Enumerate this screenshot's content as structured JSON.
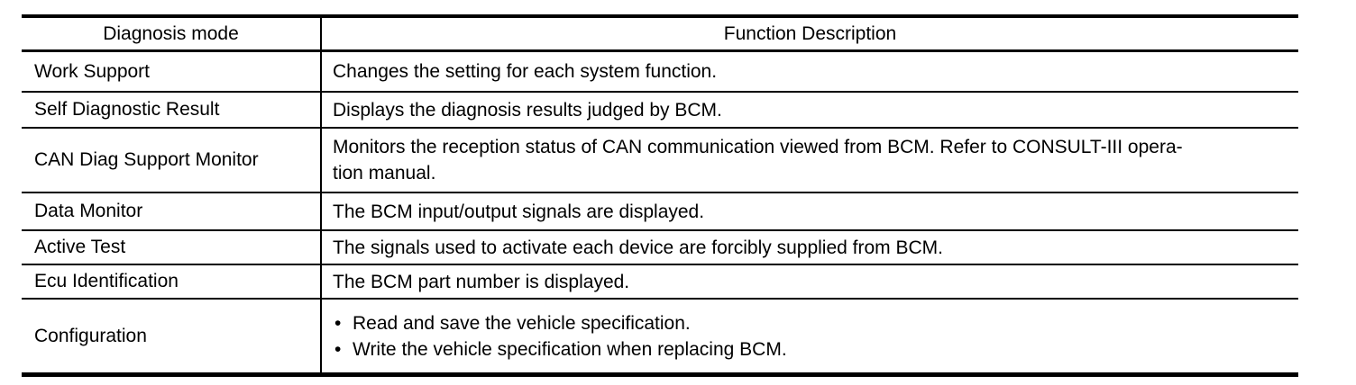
{
  "colors": {
    "text": "#000000",
    "rules": "#000000",
    "background": "#ffffff"
  },
  "table": {
    "bullet_char": "•",
    "columns": [
      {
        "label": "Diagnosis mode"
      },
      {
        "label": "Function Description"
      }
    ],
    "rows": [
      {
        "mode": "Work Support",
        "description": [
          "Changes the setting for each system function."
        ]
      },
      {
        "mode": "Self Diagnostic Result",
        "description": [
          "Displays the diagnosis results judged by BCM."
        ]
      },
      {
        "mode": "CAN Diag Support Monitor",
        "description": [
          "Monitors the reception status of CAN communication viewed from BCM. Refer to CONSULT-III opera-",
          "tion manual."
        ]
      },
      {
        "mode": "Data Monitor",
        "description": [
          "The BCM input/output signals are displayed."
        ]
      },
      {
        "mode": "Active Test",
        "description": [
          "The signals used to activate each device are forcibly supplied from BCM."
        ]
      },
      {
        "mode": "Ecu Identification",
        "description": [
          "The BCM part number is displayed."
        ]
      },
      {
        "mode": "Configuration",
        "bullets": [
          "Read and save the vehicle specification.",
          "Write the vehicle specification when replacing BCM."
        ]
      }
    ]
  }
}
